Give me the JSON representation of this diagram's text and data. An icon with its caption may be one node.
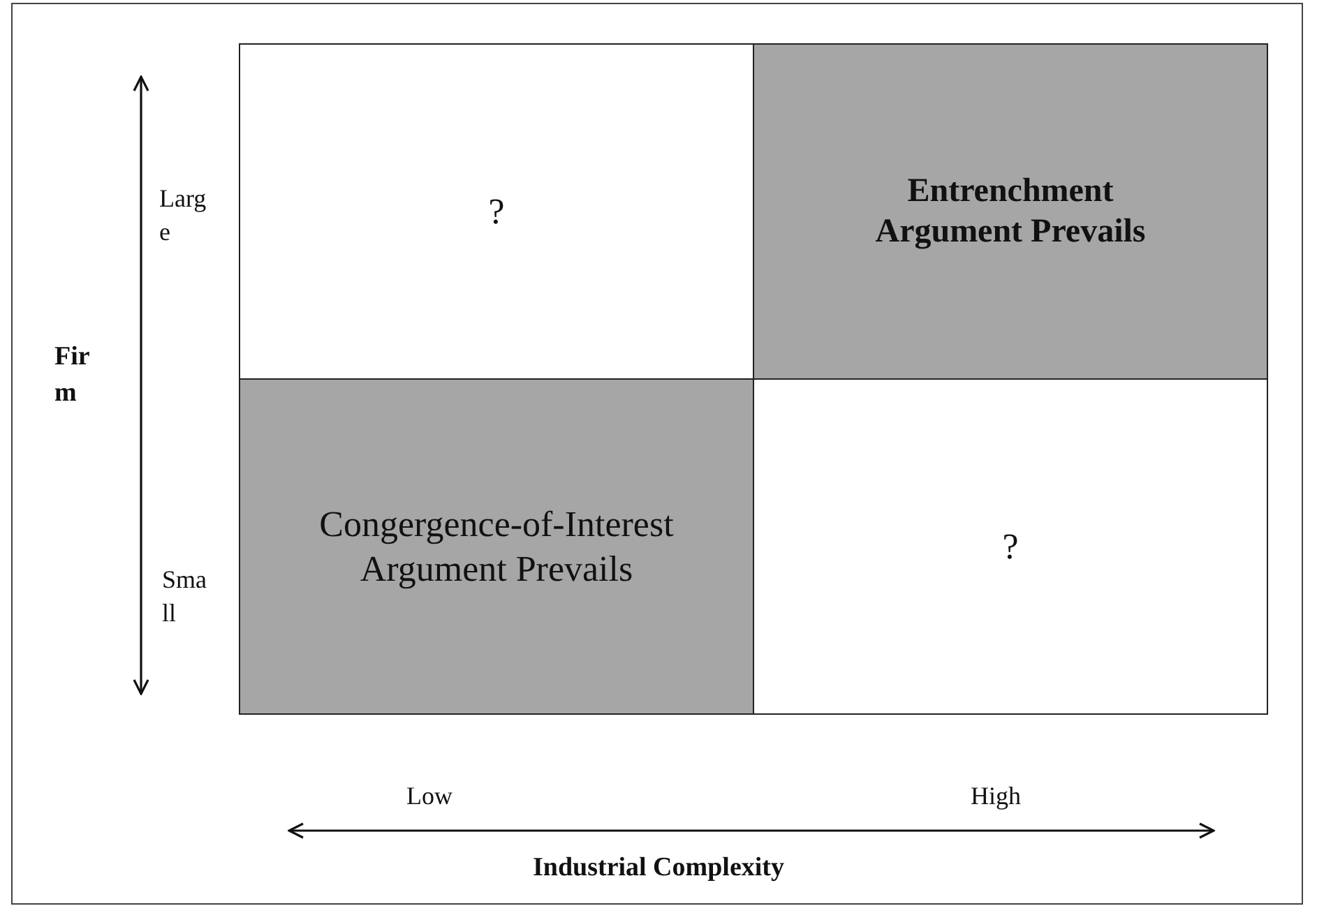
{
  "diagram": {
    "nodes": [
      {
        "text": [
          "?"
        ]
      },
      {
        "text": [
          "Entrenchment Argument Prevails"
        ]
      },
      {
        "text": [
          "Congergence-of-Interest Argument Prevails"
        ]
      },
      {
        "text": [
          "?"
        ]
      }
    ],
    "edges": [],
    "labels": [
      "Large",
      "Firm",
      "Small",
      "Low",
      "High",
      "Industrial Complexity"
    ]
  }
}
